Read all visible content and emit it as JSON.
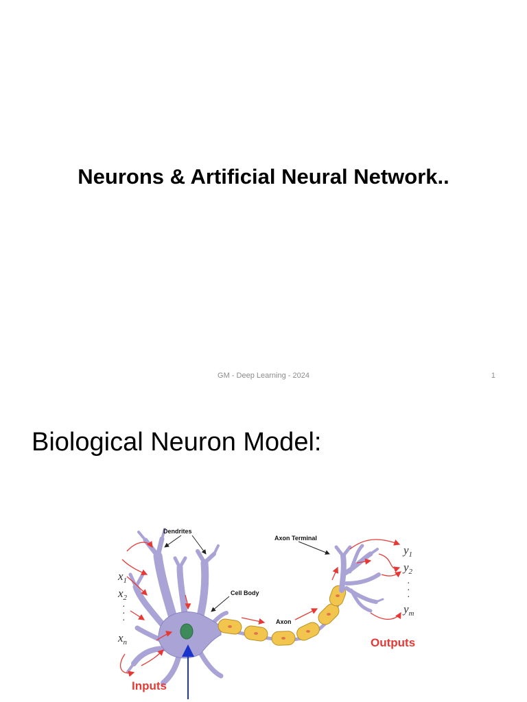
{
  "slide1": {
    "title": "Neurons & Artificial Neural Network..",
    "footer": "GM - Deep Learning - 2024",
    "page_number": "1"
  },
  "slide2": {
    "title": "Biological Neuron Model:",
    "diagram": {
      "labels": {
        "dendrites": "Dendrites",
        "axon_terminal": "Axon Terminal",
        "cell_body": "Cell Body",
        "axon": "Axon",
        "inputs": "Inputs",
        "outputs": "Outputs"
      },
      "inputs": [
        "x1",
        "x2",
        "xn"
      ],
      "outputs": [
        "y1",
        "y2",
        "ym"
      ],
      "colors": {
        "neuron": "#a9a3d6",
        "neuron_outline": "#6b64a8",
        "nucleus": "#3f8a5a",
        "myelin": "#f2c64e",
        "arrows": "#e53935",
        "label_red": "#e53935",
        "blue_arrow": "#1a33c9"
      }
    }
  }
}
